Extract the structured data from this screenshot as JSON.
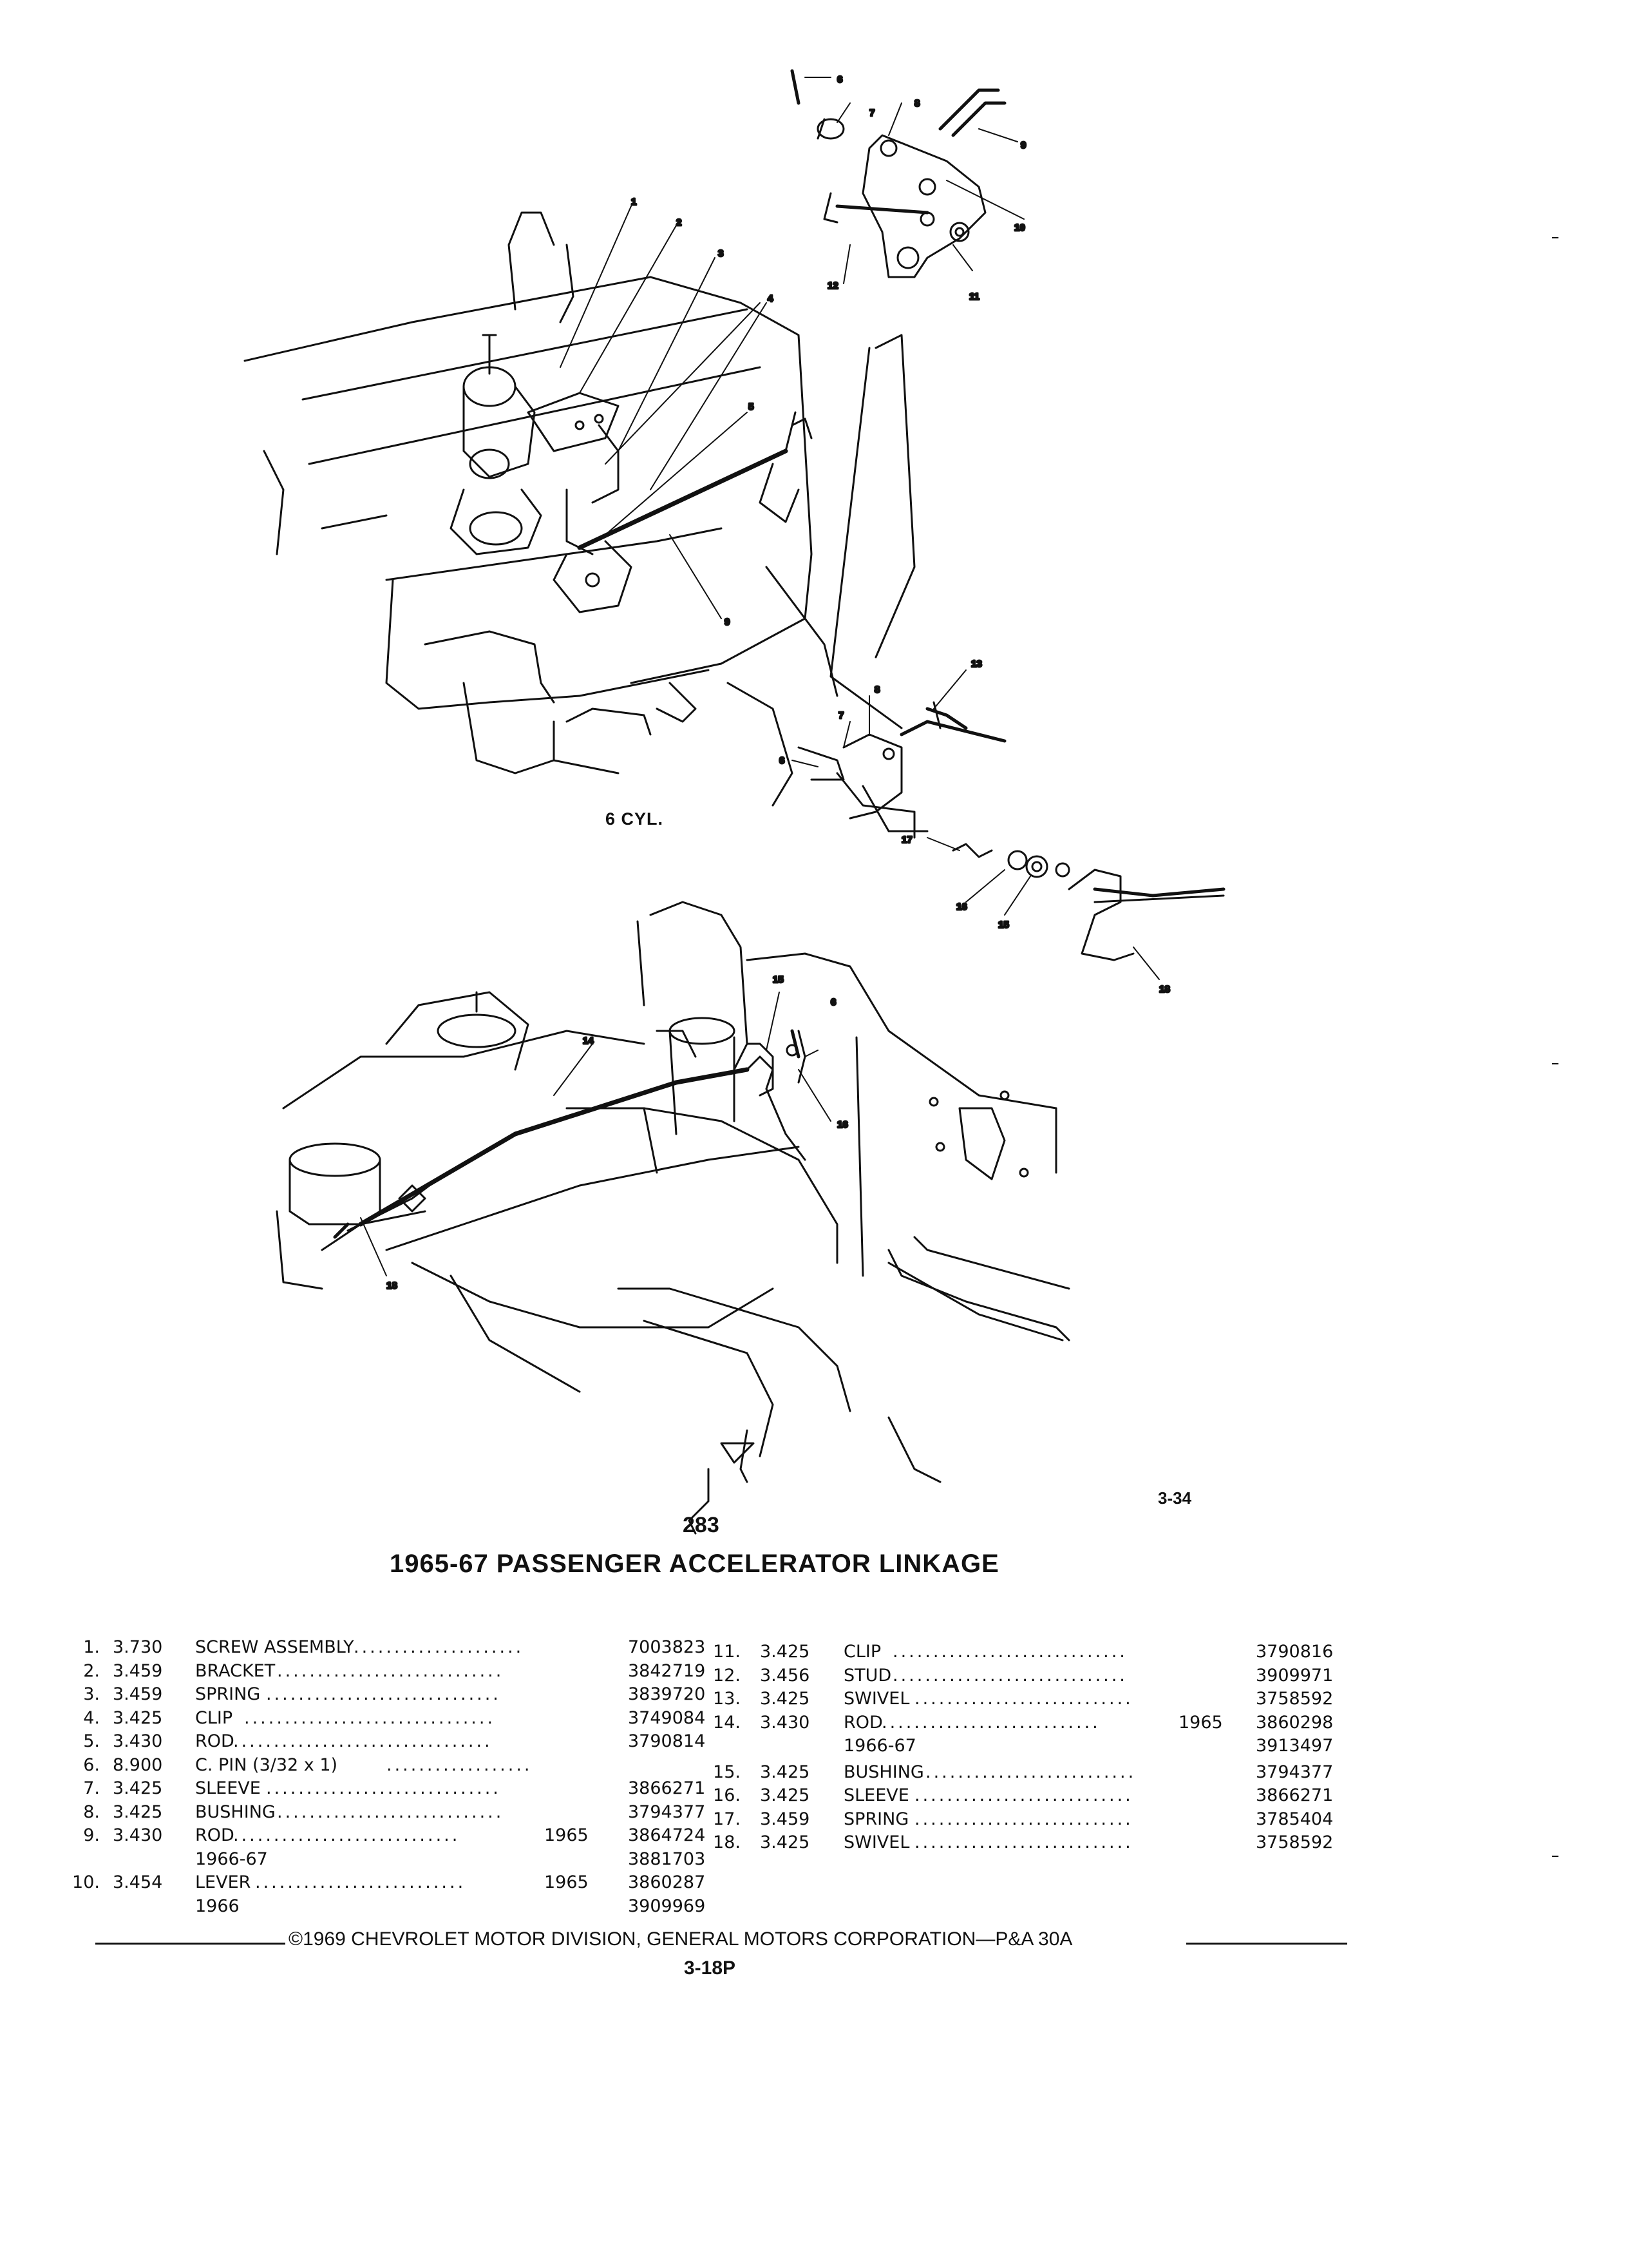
{
  "figure": {
    "engine_label": "6 CYL.",
    "figure_number": "3-34",
    "engine_number": "283",
    "title": "1965-67 PASSENGER ACCELERATOR LINKAGE"
  },
  "callouts_top": [
    "6",
    "7",
    "8",
    "9",
    "10",
    "11",
    "12",
    "1",
    "2",
    "3",
    "4",
    "5",
    "9",
    "13",
    "8",
    "7",
    "6"
  ],
  "callouts_bottom": [
    "17",
    "16",
    "15",
    "18",
    "14",
    "15",
    "6",
    "16",
    "18"
  ],
  "parts_left": [
    {
      "no": "1.",
      "group": "3.730",
      "name": "SCREW ASSEMBLY",
      "year": "",
      "part": "7003823"
    },
    {
      "no": "2.",
      "group": "3.459",
      "name": "BRACKET",
      "year": "",
      "part": "3842719"
    },
    {
      "no": "3.",
      "group": "3.459",
      "name": "SPRING",
      "year": "",
      "part": "3839720"
    },
    {
      "no": "4.",
      "group": "3.425",
      "name": "CLIP",
      "year": "",
      "part": "3749084"
    },
    {
      "no": "5.",
      "group": "3.430",
      "name": "ROD",
      "year": "",
      "part": "3790814"
    },
    {
      "no": "6.",
      "group": "8.900",
      "name": "C. PIN (3/32 x 1)",
      "year": "",
      "part": ""
    },
    {
      "no": "7.",
      "group": "3.425",
      "name": "SLEEVE",
      "year": "",
      "part": "3866271"
    },
    {
      "no": "8.",
      "group": "3.425",
      "name": "BUSHING",
      "year": "",
      "part": "3794377"
    },
    {
      "no": "9.",
      "group": "3.430",
      "name": "ROD",
      "year": "1965",
      "part": "3864724"
    },
    {
      "no": "",
      "group": "",
      "name": "1966-67",
      "year": "",
      "part": "3881703"
    },
    {
      "no": "10.",
      "group": "3.454",
      "name": "LEVER",
      "year": "1965",
      "part": "3860287"
    },
    {
      "no": "",
      "group": "",
      "name": "1966",
      "year": "",
      "part": "3909969"
    }
  ],
  "parts_right": [
    {
      "no": "11.",
      "group": "3.425",
      "name": "CLIP",
      "year": "",
      "part": "3790816"
    },
    {
      "no": "12.",
      "group": "3.456",
      "name": "STUD",
      "year": "",
      "part": "3909971"
    },
    {
      "no": "13.",
      "group": "3.425",
      "name": "SWIVEL",
      "year": "",
      "part": "3758592"
    },
    {
      "no": "14.",
      "group": "3.430",
      "name": "ROD",
      "year": "1965",
      "part": "3860298"
    },
    {
      "no": "",
      "group": "",
      "name": "1966-67",
      "year": "",
      "part": "3913497"
    },
    {
      "no": "15.",
      "group": "3.425",
      "name": "BUSHING",
      "year": "",
      "part": "3794377"
    },
    {
      "no": "16.",
      "group": "3.425",
      "name": "SLEEVE",
      "year": "",
      "part": "3866271"
    },
    {
      "no": "17.",
      "group": "3.459",
      "name": "SPRING",
      "year": "",
      "part": "3785404"
    },
    {
      "no": "18.",
      "group": "3.425",
      "name": "SWIVEL",
      "year": "",
      "part": "3758592"
    }
  ],
  "footer": {
    "copyright": "©1969 CHEVROLET MOTOR DIVISION, GENERAL MOTORS CORPORATION—P&A 30A",
    "page": "3-18P"
  }
}
